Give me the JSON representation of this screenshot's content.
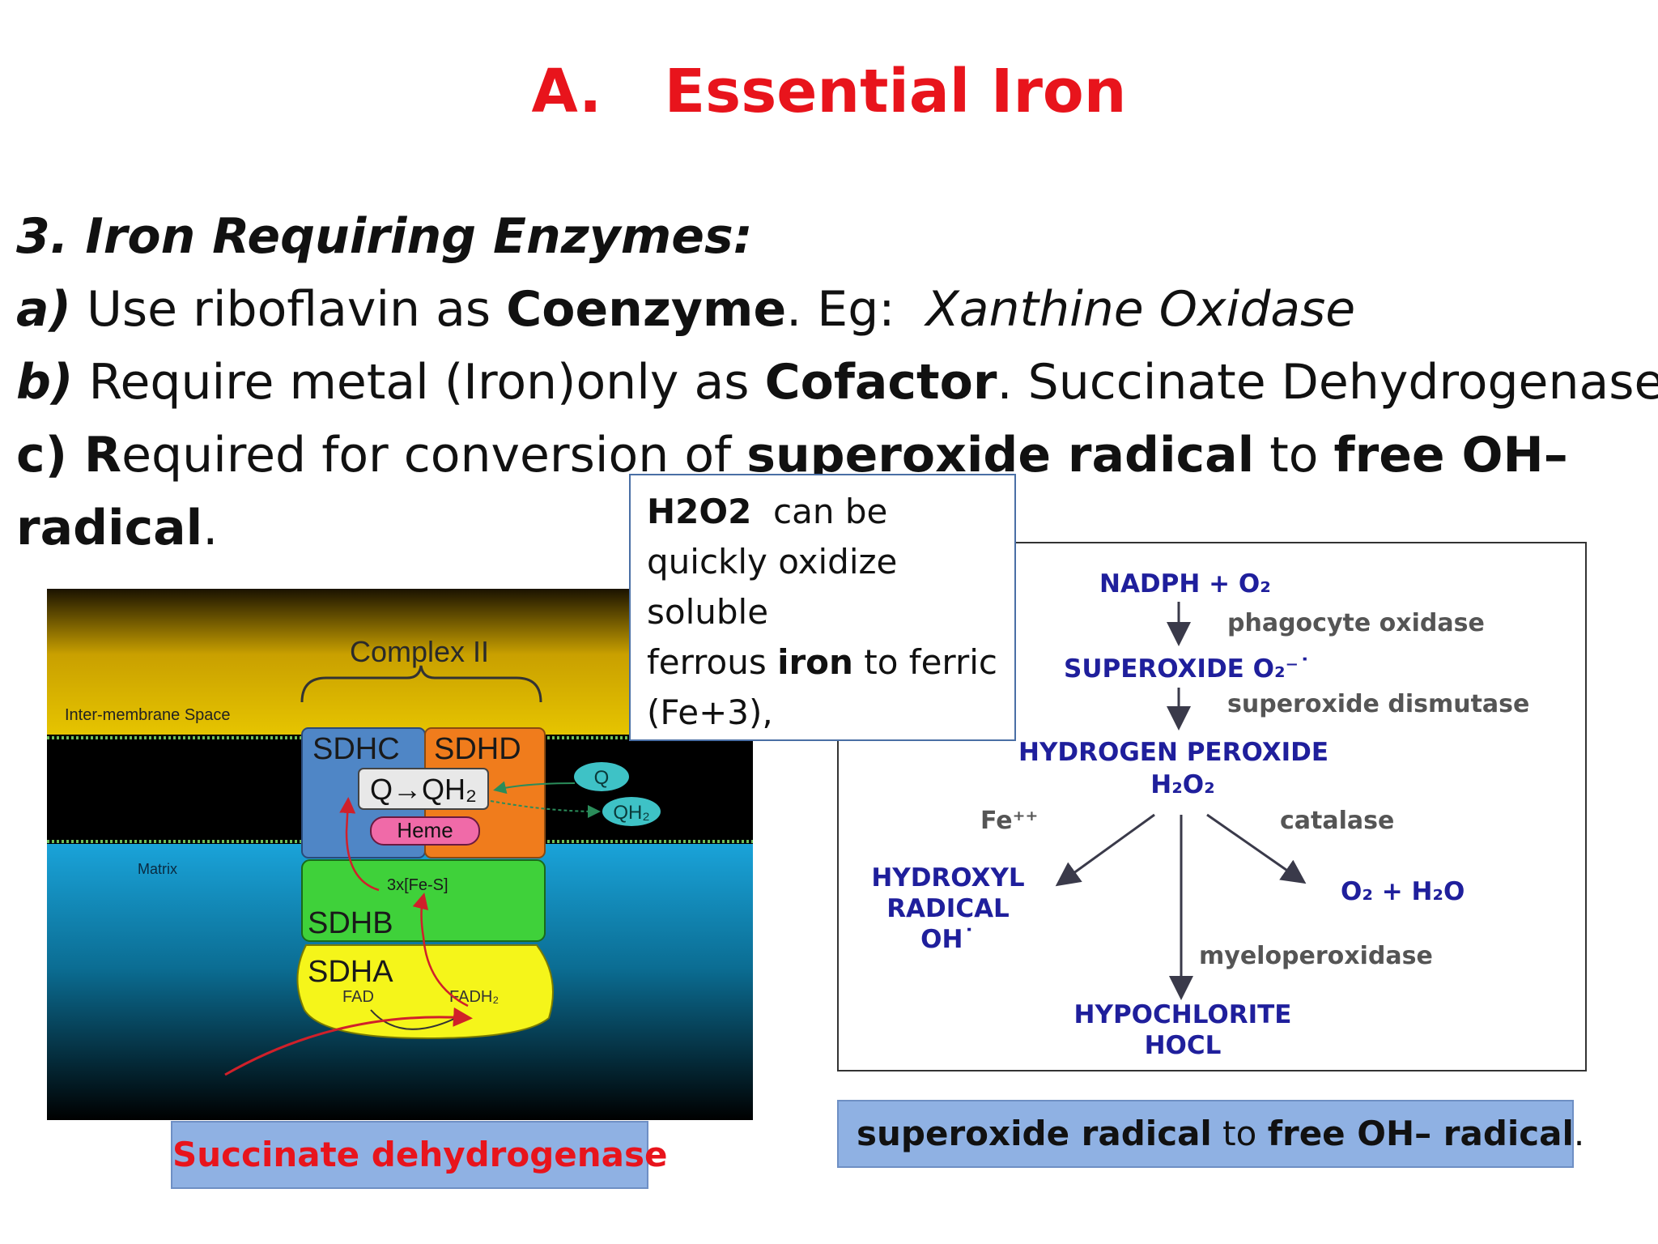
{
  "title": {
    "prefix": "A.",
    "text": "Essential Iron"
  },
  "heading": "3. Iron Requiring Enzymes:",
  "item_a": {
    "label": "a)",
    "t1": " Use riboflavin as ",
    "bold": "Coenzyme",
    "t2": ". Eg:  ",
    "example": "Xanthine Oxidase"
  },
  "item_b": {
    "label": "b)",
    "t1": " Require metal (Iron)only as ",
    "bold": "Cofactor",
    "t2": ". Succinate Dehydrogenase"
  },
  "item_c": {
    "label": "c) R",
    "t1": "equired for conversion of ",
    "bold1": "superoxide radical",
    "t2": " to ",
    "bold2": "free OH–",
    "line2_bold": "radical",
    "line2_end": "."
  },
  "callout": {
    "bold": "H2O2",
    "l1": "  can be",
    "l2": "quickly oxidize",
    "l3": "soluble",
    "l4a": "ferrous ",
    "l4b": "iron",
    "l4c": " to ferric",
    "l5": "(Fe+3),"
  },
  "sdh_diagram": {
    "complex": "Complex II",
    "space": "Inter-membrane Space",
    "matrix": "Matrix",
    "sdhc": "SDHC",
    "sdhd": "SDHD",
    "q_qh2": "Q→QH₂",
    "heme": "Heme",
    "q": "Q",
    "qh2": "QH₂",
    "fes": "3x[Fe-S]",
    "sdhb": "SDHB",
    "sdha": "SDHA",
    "fad": "FAD",
    "fadh2": "FADH₂"
  },
  "flow_diagram": {
    "nadph": "NADPH + O₂",
    "phagocyte": "phagocyte  oxidase",
    "superoxide": "SUPEROXIDE  O₂⁻˙",
    "dismutase": "superoxide dismutase",
    "h_peroxide": "HYDROGEN PEROXIDE",
    "h2o2": "H₂O₂",
    "fe": "Fe⁺⁺",
    "catalase": "catalase",
    "hydroxyl1": "HYDROXYL",
    "hydroxyl2": "RADICAL",
    "hydroxyl3": "OH˙",
    "o2h2o": "O₂ + H₂O",
    "myelo": "myeloperoxidase",
    "hypo1": "HYPOCHLORITE",
    "hypo2": "HOCL"
  },
  "captions": {
    "left": "Succinate dehydrogenase",
    "right": {
      "b1": "superoxide radical",
      "t": " to ",
      "b2": "free OH– radical",
      "end": "."
    }
  },
  "colors": {
    "title": "#e8141c",
    "caption_bg": "#8fb1e3",
    "flow_text": "#1f1f9c"
  }
}
